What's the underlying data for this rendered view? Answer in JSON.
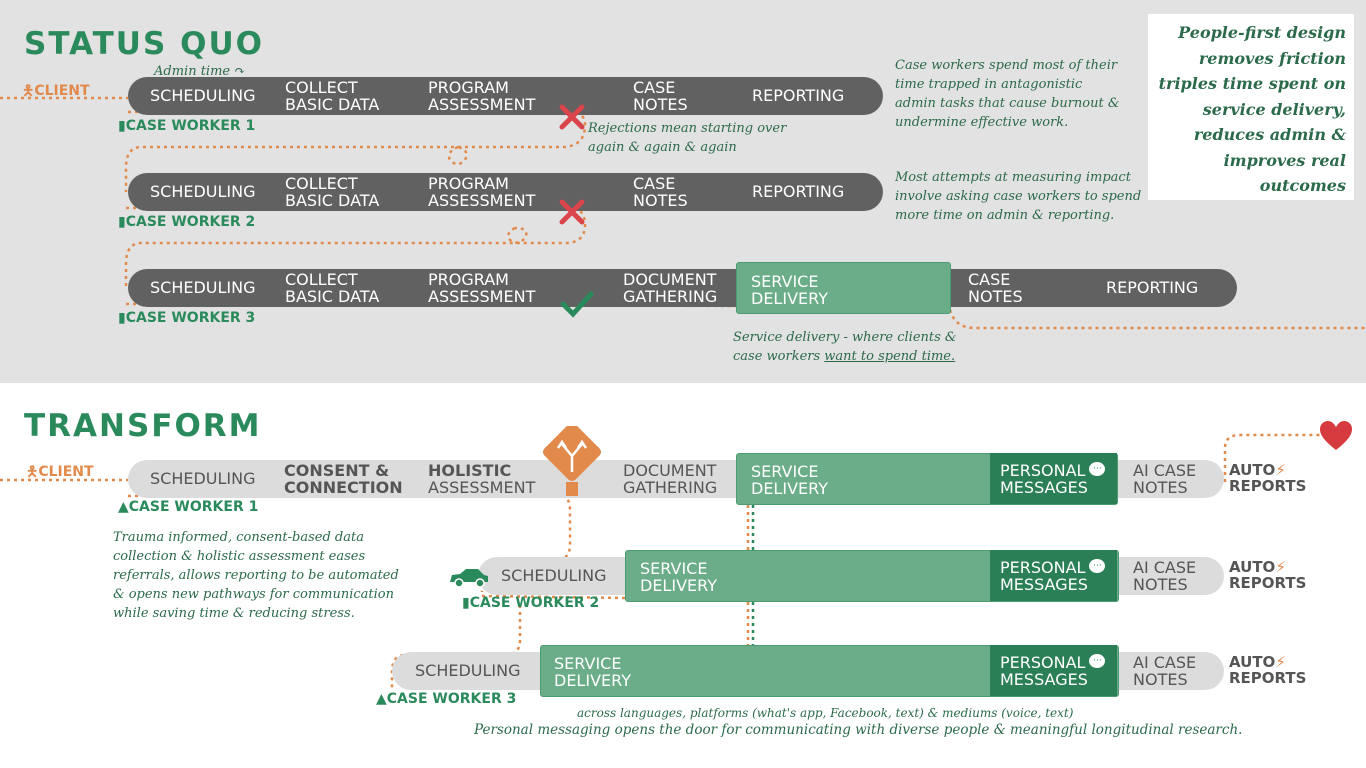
{
  "sections": {
    "status_quo": "STATUS QUO",
    "transform": "TRANSFORM"
  },
  "client_label": "CLIENT",
  "admin_time": "Admin time",
  "sq": {
    "row1": {
      "steps": [
        "SCHEDULING",
        "COLLECT",
        "BASIC DATA",
        "PROGRAM",
        "ASSESSMENT",
        "CASE",
        "NOTES",
        "REPORTING"
      ],
      "worker": "CASE WORKER 1"
    },
    "row2": {
      "steps": [
        "SCHEDULING",
        "COLLECT",
        "BASIC DATA",
        "PROGRAM",
        "ASSESSMENT",
        "CASE",
        "NOTES",
        "REPORTING"
      ],
      "worker": "CASE WORKER 2"
    },
    "row3": {
      "steps": [
        "SCHEDULING",
        "COLLECT",
        "BASIC DATA",
        "PROGRAM",
        "ASSESSMENT",
        "DOCUMENT",
        "GATHERING",
        "SERVICE",
        "DELIVERY",
        "CASE",
        "NOTES",
        "REPORTING"
      ],
      "worker": "CASE WORKER 3"
    }
  },
  "notes": {
    "rejections": [
      "Rejections mean starting over",
      "again & again & again"
    ],
    "admin": [
      "Case workers spend most of their",
      "time trapped in antagonistic",
      "admin tasks that cause burnout &",
      "undermine effective work."
    ],
    "impact": [
      "Most attempts at measuring impact",
      "involve asking case workers to spend",
      "more time on admin & reporting."
    ],
    "service_a": "Service delivery - where clients &",
    "service_b_pre": "case workers ",
    "service_b_u": "want to spend time.",
    "trauma": [
      "Trauma informed, consent-based data",
      "collection & holistic assessment eases",
      "referrals, allows reporting to be automated",
      "& opens new pathways for communication",
      "while saving time & reducing stress."
    ],
    "across": "across languages, platforms (what's app, Facebook, text) & mediums (voice, text)",
    "personal": "Personal messaging opens the door for communicating with diverse people & meaningful longitudinal research."
  },
  "callout": [
    "People-first design",
    "removes friction",
    "triples time spent on",
    "service delivery,",
    "reduces admin &",
    "improves real",
    "outcomes"
  ],
  "tr": {
    "row1": {
      "steps": [
        "SCHEDULING",
        "CONSENT &",
        "CONNECTION",
        "HOLISTIC",
        "ASSESSMENT",
        "DOCUMENT",
        "GATHERING",
        "SERVICE",
        "DELIVERY",
        "PERSONAL",
        "MESSAGES",
        "AI CASE",
        "NOTES",
        "AUTO",
        "REPORTS"
      ],
      "worker": "CASE WORKER 1"
    },
    "row2": {
      "steps": [
        "SCHEDULING",
        "SERVICE",
        "DELIVERY",
        "PERSONAL",
        "MESSAGES",
        "AI CASE",
        "NOTES",
        "AUTO",
        "REPORTS"
      ],
      "worker": "CASE WORKER 2"
    },
    "row3": {
      "steps": [
        "SCHEDULING",
        "SERVICE",
        "DELIVERY",
        "PERSONAL",
        "MESSAGES",
        "AI CASE",
        "NOTES",
        "AUTO",
        "REPORTS"
      ],
      "worker": "CASE WORKER 3"
    }
  },
  "colors": {
    "green": "#2b8a5c",
    "orange": "#e28a4b",
    "dark_pill": "#616161",
    "light_pill": "#dcdcdc",
    "service": "#6aad88",
    "messages": "#2b7f57",
    "reject": "#d9454a",
    "heart": "#d43a3e"
  },
  "icons": [
    "person-icon",
    "reject-x-icon",
    "approve-check-icon",
    "split-arrows-icon",
    "chat-bubble-icon",
    "bolt-icon",
    "heart-icon",
    "car-icon"
  ]
}
